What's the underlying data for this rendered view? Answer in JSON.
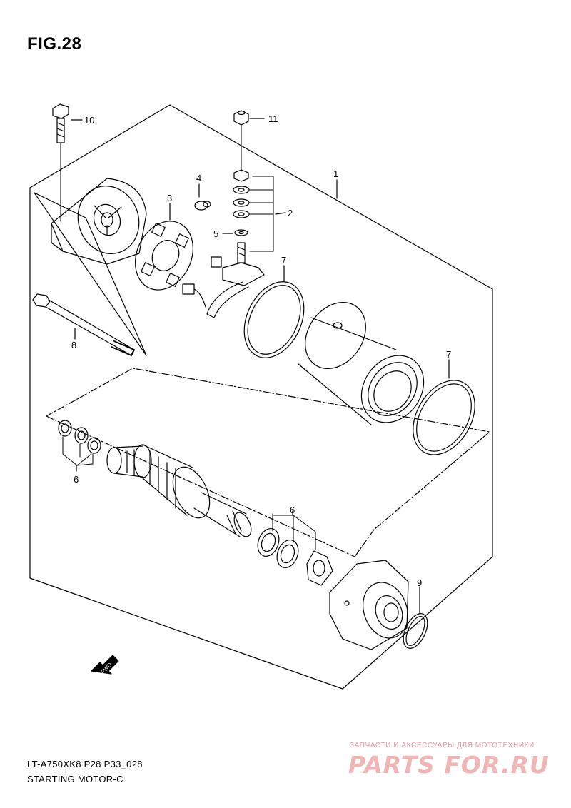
{
  "figure": {
    "title": "FIG.28"
  },
  "callouts": {
    "c1": "1",
    "c2": "2",
    "c3": "3",
    "c4": "4",
    "c5": "5",
    "c6a": "6",
    "c6b": "6",
    "c7a": "7",
    "c7b": "7",
    "c8": "8",
    "c9": "9",
    "c10": "10",
    "c11": "11"
  },
  "arrow_label": "FWD",
  "footer": {
    "model_code": "LT-A750XK8 P28 P33_028",
    "diagram_name": "STARTING MOTOR-C"
  },
  "watermark": {
    "subtitle": "ЗАПЧАСТИ И АКСЕССУАРЫ ДЛЯ МОТОТЕХНИКИ",
    "logo": "PARTS FOR.RU"
  }
}
